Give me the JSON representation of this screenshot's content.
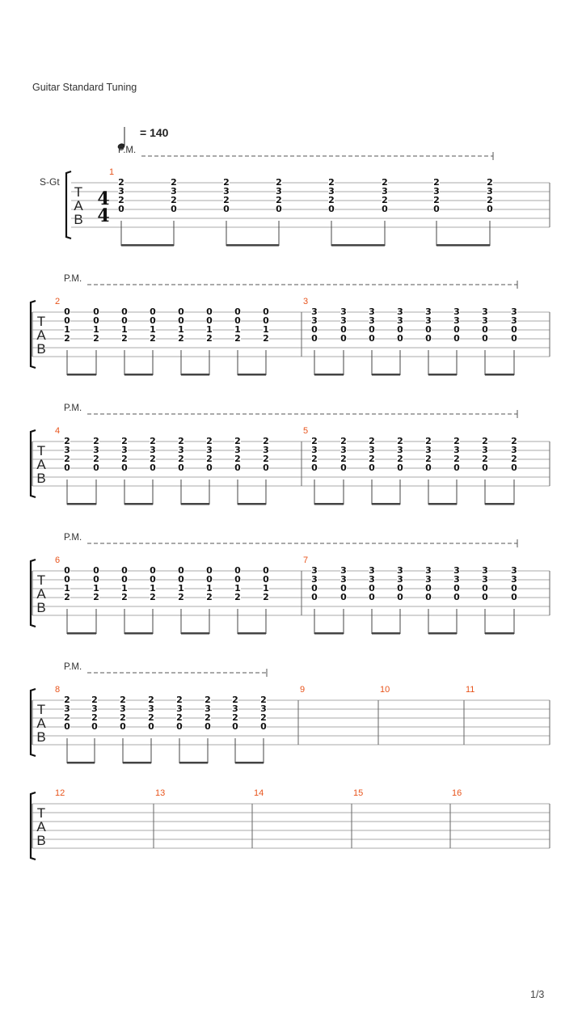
{
  "header": {
    "tuning": "Guitar Standard Tuning"
  },
  "tempo": {
    "symbol": "=",
    "bpm": "140"
  },
  "track": {
    "short_name": "S-Gt"
  },
  "pm_label": "P.M.",
  "time_signature": {
    "top": "4",
    "bottom": "4"
  },
  "tab_letters": [
    "T",
    "A",
    "B"
  ],
  "chords": {
    "A": [
      "2",
      "3",
      "2",
      "0"
    ],
    "B": [
      "0",
      "0",
      "1",
      "2"
    ],
    "C": [
      "3",
      "3",
      "0",
      "0"
    ]
  },
  "measures": [
    {
      "number": "1",
      "chord": "A",
      "notes": 8
    },
    {
      "number": "2",
      "chord": "B",
      "notes": 8
    },
    {
      "number": "3",
      "chord": "C",
      "notes": 8
    },
    {
      "number": "4",
      "chord": "A",
      "notes": 8
    },
    {
      "number": "5",
      "chord": "A",
      "notes": 8
    },
    {
      "number": "6",
      "chord": "B",
      "notes": 8
    },
    {
      "number": "7",
      "chord": "C",
      "notes": 8
    },
    {
      "number": "8",
      "chord": "A",
      "notes": 8
    },
    {
      "number": "9",
      "chord": null,
      "notes": 0
    },
    {
      "number": "10",
      "chord": null,
      "notes": 0
    },
    {
      "number": "11",
      "chord": null,
      "notes": 0
    },
    {
      "number": "12",
      "chord": null,
      "notes": 0
    },
    {
      "number": "13",
      "chord": null,
      "notes": 0
    },
    {
      "number": "14",
      "chord": null,
      "notes": 0
    },
    {
      "number": "15",
      "chord": null,
      "notes": 0
    },
    {
      "number": "16",
      "chord": null,
      "notes": 0
    }
  ],
  "footer": {
    "page": "1/3"
  }
}
